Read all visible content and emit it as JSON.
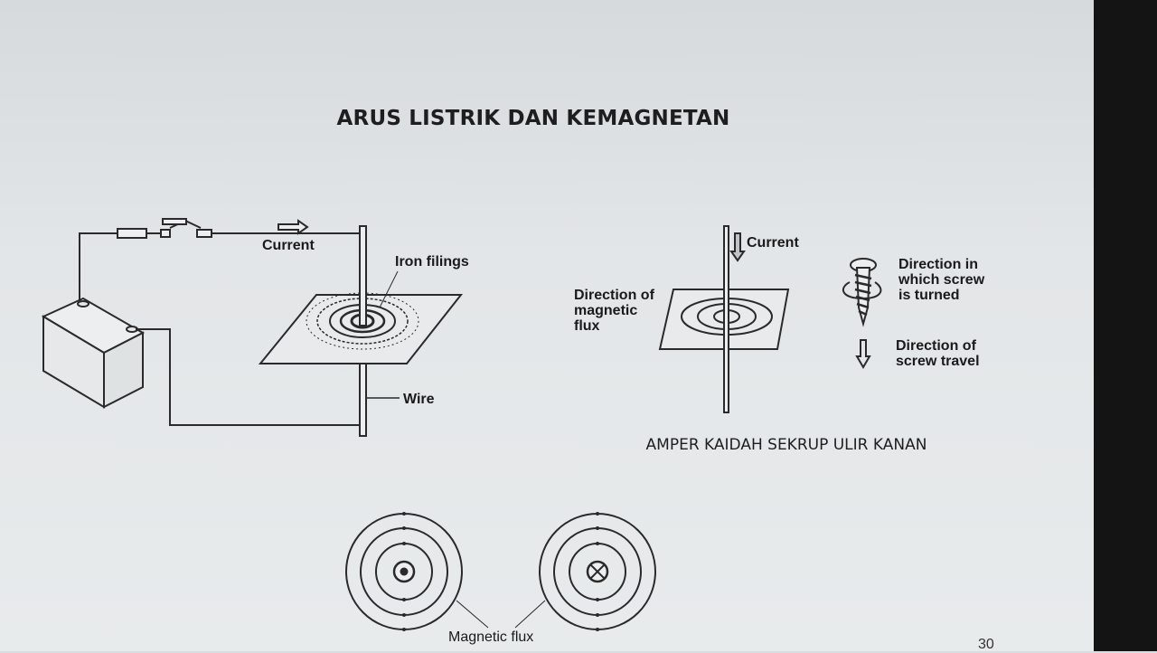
{
  "slide": {
    "title": "ARUS LISTRIK DAN KEMAGNETAN",
    "subtitle": "AMPER KAIDAH SEKRUP ULIR KANAN",
    "page_number": "30"
  },
  "left_diagram": {
    "current_label": "Current",
    "iron_filings_label": "Iron filings",
    "wire_label": "Wire"
  },
  "right_diagram": {
    "current_label": "Current",
    "flux_direction_label": [
      "Direction of",
      "magnetic",
      "flux"
    ],
    "screw_turn_label": [
      "Direction in",
      "which screw",
      "is turned"
    ],
    "screw_travel_label": [
      "Direction of",
      "screw travel"
    ]
  },
  "bottom_diagram": {
    "magnetic_flux_label": "Magnetic flux"
  }
}
